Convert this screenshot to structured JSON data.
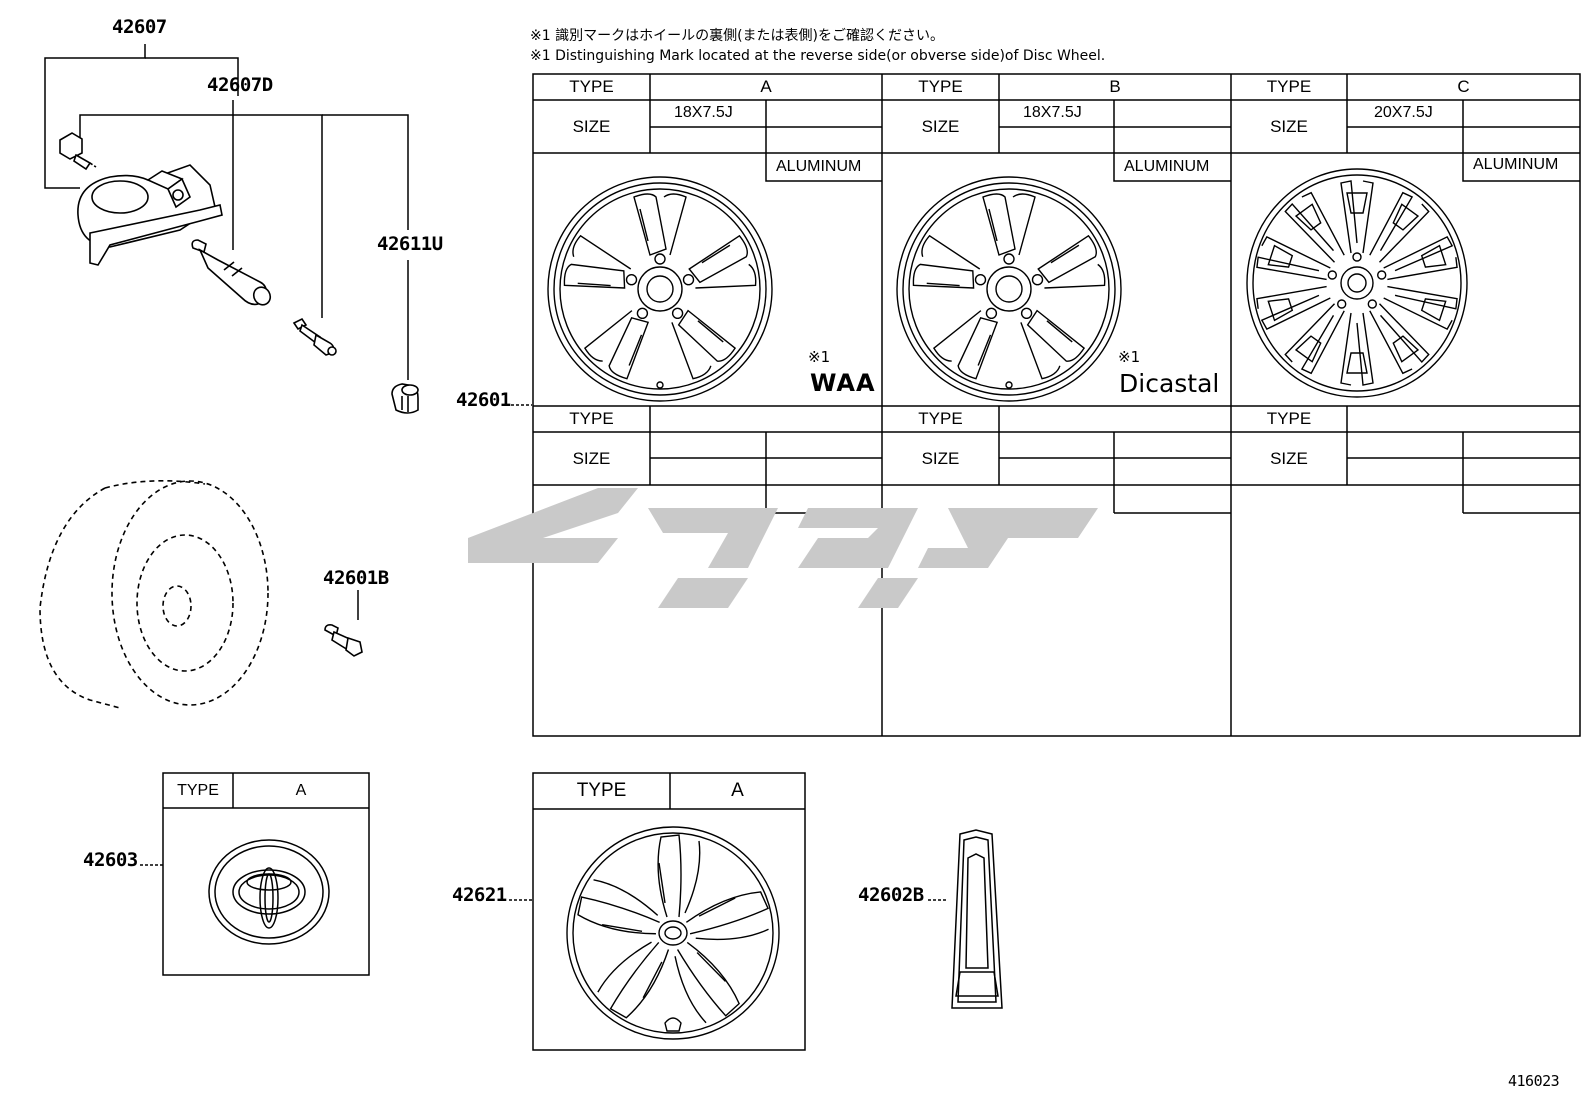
{
  "notes": {
    "jp": "※1 識別マークはホイールの裏側(または表側)をご確認ください。",
    "en": "※1 Distinguishing Mark located at the reverse side(or obverse side)of Disc Wheel."
  },
  "part_numbers": {
    "p42607": "42607",
    "p42607D": "42607D",
    "p42611U": "42611U",
    "p42601": "42601",
    "p42601B": "42601B",
    "p42603": "42603",
    "p42621": "42621",
    "p42602B": "42602B"
  },
  "wheel_table": {
    "type_label": "TYPE",
    "size_label": "SIZE",
    "columns": [
      {
        "type": "A",
        "size": "18X7.5J",
        "material": "ALUMINUM",
        "mark_ref": "※1",
        "maker": "WAA"
      },
      {
        "type": "B",
        "size": "18X7.5J",
        "material": "ALUMINUM",
        "mark_ref": "※1",
        "maker": "Dicastal"
      },
      {
        "type": "C",
        "size": "20X7.5J",
        "material": "ALUMINUM"
      }
    ]
  },
  "cap_table": {
    "type_label": "TYPE",
    "type_value": "A"
  },
  "cover_table": {
    "type_label": "TYPE",
    "type_value": "A"
  },
  "illustration_id": "416023",
  "icons": [
    "tpms-sensor-icon",
    "valve-stem-icon",
    "valve-core-icon",
    "valve-cap-icon",
    "spare-tire-icon",
    "wheel-nut-icon",
    "wheel-icon",
    "center-cap-icon",
    "wheel-cover-icon",
    "ornament-icon"
  ]
}
